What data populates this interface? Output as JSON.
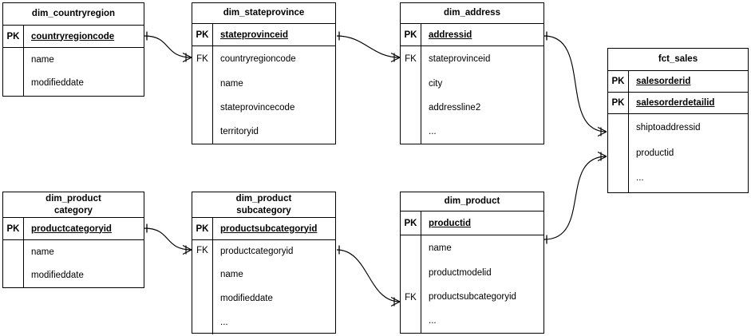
{
  "diagram": {
    "kind": "entity-relationship-diagram",
    "background": "#ffffff",
    "line_color": "#000000",
    "text_color": "#000000"
  },
  "labels": {
    "pk": "PK",
    "fk": "FK",
    "ellipsis": "..."
  },
  "entities": {
    "dim_countryregion": {
      "title": "dim_countryregion",
      "pk_label": "PK",
      "pk_fields": [
        "countryregioncode"
      ],
      "attributes": [
        "name",
        "modifieddate"
      ],
      "fk_label": ""
    },
    "dim_stateprovince": {
      "title": "dim_stateprovince",
      "pk_label": "PK",
      "pk_fields": [
        "stateprovinceid"
      ],
      "fk_label": "FK",
      "attributes": [
        "countryregioncode",
        "name",
        "stateprovincecode",
        "territoryid"
      ]
    },
    "dim_address": {
      "title": "dim_address",
      "pk_label": "PK",
      "pk_fields": [
        "addressid"
      ],
      "fk_label": "FK",
      "attributes": [
        "stateprovinceid",
        "city",
        "addressline2",
        "..."
      ]
    },
    "fct_sales": {
      "title": "fct_sales",
      "pk_label": "PK",
      "pk_fields": [
        "salesorderid",
        "salesorderdetailid"
      ],
      "fk_label": "",
      "attributes": [
        "shiptoaddressid",
        "productid",
        "..."
      ]
    },
    "dim_productcategory": {
      "title": "dim_product\ncategory",
      "pk_label": "PK",
      "pk_fields": [
        "productcategoryid"
      ],
      "fk_label": "",
      "attributes": [
        "name",
        "modifieddate"
      ]
    },
    "dim_productsubcategory": {
      "title": "dim_product\nsubcategory",
      "pk_label": "PK",
      "pk_fields": [
        "productsubcategoryid"
      ],
      "fk_label": "FK",
      "attributes": [
        "productcategoryid",
        "name",
        "modifieddate",
        "..."
      ]
    },
    "dim_product": {
      "title": "dim_product",
      "pk_label": "PK",
      "pk_fields": [
        "productid"
      ],
      "fk_label": "FK",
      "attributes": [
        "name",
        "productmodelid",
        "productsubcategoryid",
        "..."
      ]
    }
  },
  "relationships": [
    {
      "name": "countryregion-to-stateprovince",
      "from_entity": "dim_countryregion",
      "from_field": "countryregioncode",
      "from_cardinality": "one",
      "to_entity": "dim_stateprovince",
      "to_field": "countryregioncode",
      "to_cardinality": "many"
    },
    {
      "name": "stateprovince-to-address",
      "from_entity": "dim_stateprovince",
      "from_field": "stateprovinceid",
      "from_cardinality": "one",
      "to_entity": "dim_address",
      "to_field": "stateprovinceid",
      "to_cardinality": "many"
    },
    {
      "name": "address-to-sales",
      "from_entity": "dim_address",
      "from_field": "addressid",
      "from_cardinality": "one",
      "to_entity": "fct_sales",
      "to_field": "shiptoaddressid",
      "to_cardinality": "many"
    },
    {
      "name": "product-to-sales",
      "from_entity": "dim_product",
      "from_field": "productid",
      "from_cardinality": "one",
      "to_entity": "fct_sales",
      "to_field": "productid",
      "to_cardinality": "many"
    },
    {
      "name": "productcategory-to-productsubcategory",
      "from_entity": "dim_productcategory",
      "from_field": "productcategoryid",
      "from_cardinality": "one",
      "to_entity": "dim_productsubcategory",
      "to_field": "productcategoryid",
      "to_cardinality": "many"
    },
    {
      "name": "productsubcategory-to-product",
      "from_entity": "dim_productsubcategory",
      "from_field": "productsubcategoryid",
      "from_cardinality": "one",
      "to_entity": "dim_product",
      "to_field": "productsubcategoryid",
      "to_cardinality": "many"
    }
  ]
}
